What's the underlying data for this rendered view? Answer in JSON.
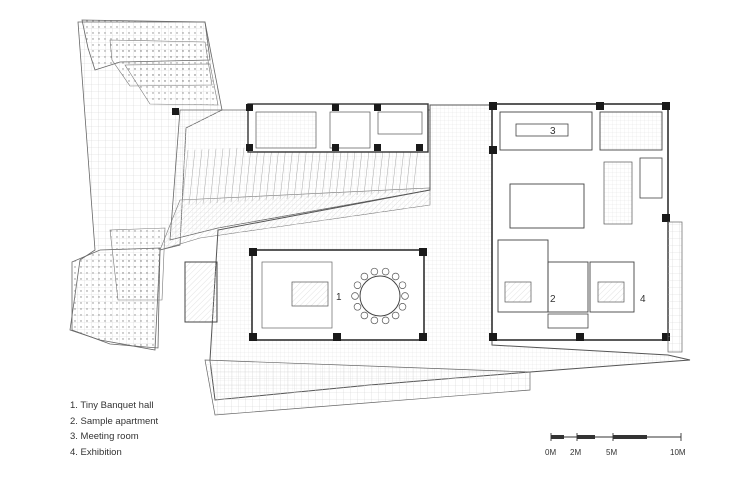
{
  "legend": [
    {
      "label": "1. Tiny Banquet hall"
    },
    {
      "label": "2. Sample apartment"
    },
    {
      "label": "3. Meeting room"
    },
    {
      "label": "4. Exhibition"
    }
  ],
  "room_numbers": [
    "1",
    "2",
    "3",
    "4"
  ],
  "scale": {
    "ticks": [
      "0M",
      "2M",
      "5M",
      "10M"
    ]
  },
  "colors": {
    "line": "#555555",
    "hatch": "#c8c8c8",
    "wall": "#1a1a1a",
    "fill": "#ffffff"
  }
}
